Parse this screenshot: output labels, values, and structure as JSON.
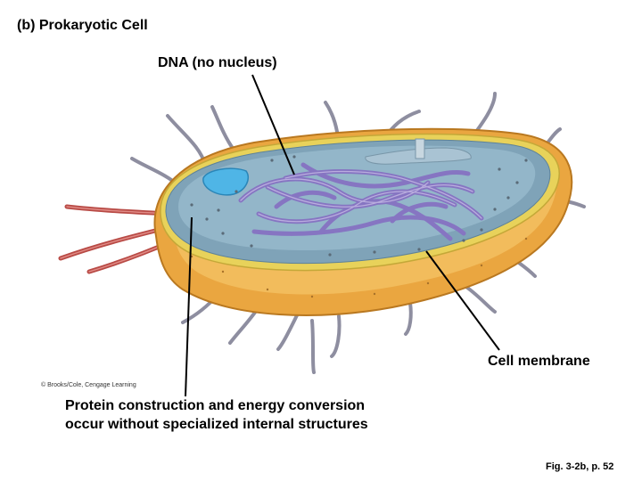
{
  "figure": {
    "title": "(b) Prokaryotic Cell",
    "labels": {
      "dna": "DNA (no nucleus)",
      "membrane": "Cell membrane",
      "protein": "Protein construction and energy conversion occur without specialized internal structures"
    },
    "copyright": "© Brooks/Cole, Cengage Learning",
    "caption": "Fig. 3-2b, p. 52"
  },
  "colors": {
    "cell_wall": "#e9a53e",
    "cytoplasm": "#7fa3b8",
    "dna": "#8a7bbf",
    "pili": "#9a9aa8",
    "flagella": "#c0504d"
  }
}
